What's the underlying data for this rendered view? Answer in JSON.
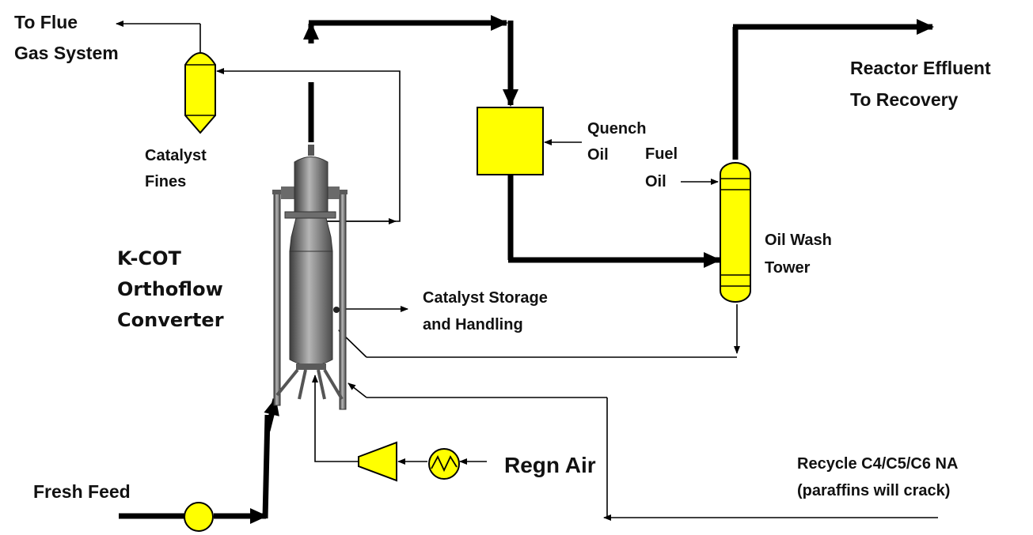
{
  "labels": {
    "to_flue_line1": "To Flue",
    "to_flue_line2": "Gas System",
    "reactor_effluent_line1": "Reactor Effluent",
    "reactor_effluent_line2": "To Recovery",
    "catalyst_fines_line1": "Catalyst",
    "catalyst_fines_line2": "Fines",
    "quench_oil_line1": "Quench",
    "quench_oil_line2": "Oil",
    "fuel_oil_line1": "Fuel",
    "fuel_oil_line2": "Oil",
    "oil_wash_line1": "Oil Wash",
    "oil_wash_line2": "Tower",
    "kcot_line1": "K-COT",
    "kcot_line2": "Orthoflow",
    "kcot_line3": "Converter",
    "catalyst_storage_line1": "Catalyst Storage",
    "catalyst_storage_line2": "and Handling",
    "regn_air": "Regn Air",
    "fresh_feed": "Fresh Feed",
    "recycle_line1": "Recycle C4/C5/C6 NA",
    "recycle_line2": "(paraffins will crack)"
  },
  "colors": {
    "equipment_fill": "#ffff00",
    "reactor_body": "#7a7a7a",
    "line": "#000000"
  }
}
